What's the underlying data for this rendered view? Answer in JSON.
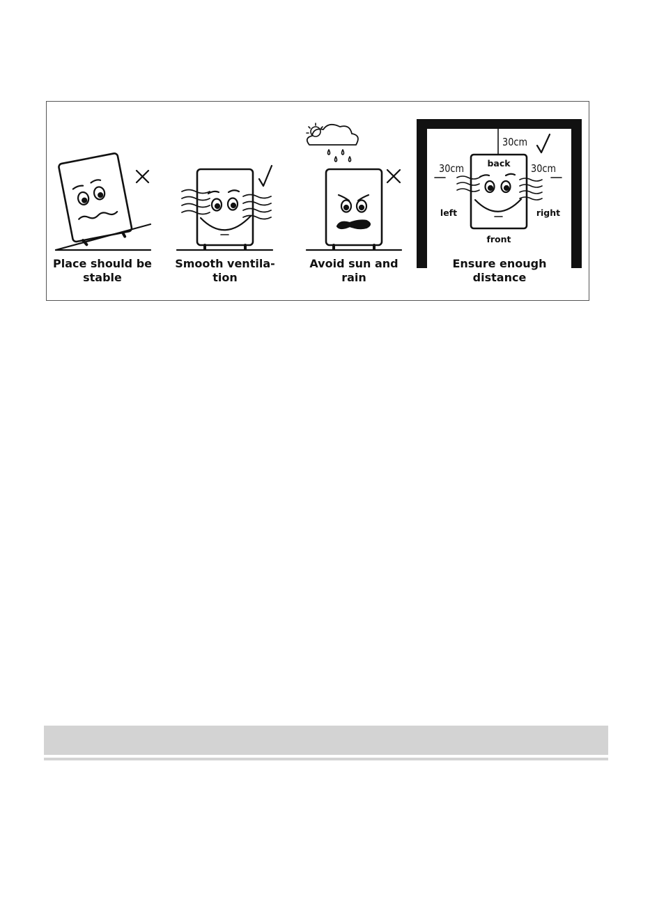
{
  "panels": [
    {
      "caption_line1": "Place should be",
      "caption_line2": "stable",
      "mark": "cross-icon"
    },
    {
      "caption_line1": "Smooth ventila-",
      "caption_line2": "tion",
      "mark": "check-icon"
    },
    {
      "caption_line1": "Avoid sun and",
      "caption_line2": "rain",
      "mark": "cross-icon"
    },
    {
      "caption_line1": "Ensure enough",
      "caption_line2": "distance",
      "mark": "check-icon"
    }
  ],
  "distance_labels": {
    "top_clearance": "30cm",
    "left_clearance": "30cm",
    "right_clearance": "30cm",
    "back": "back",
    "left": "left",
    "right": "right",
    "front": "front"
  },
  "section_header": {
    "title": ""
  }
}
